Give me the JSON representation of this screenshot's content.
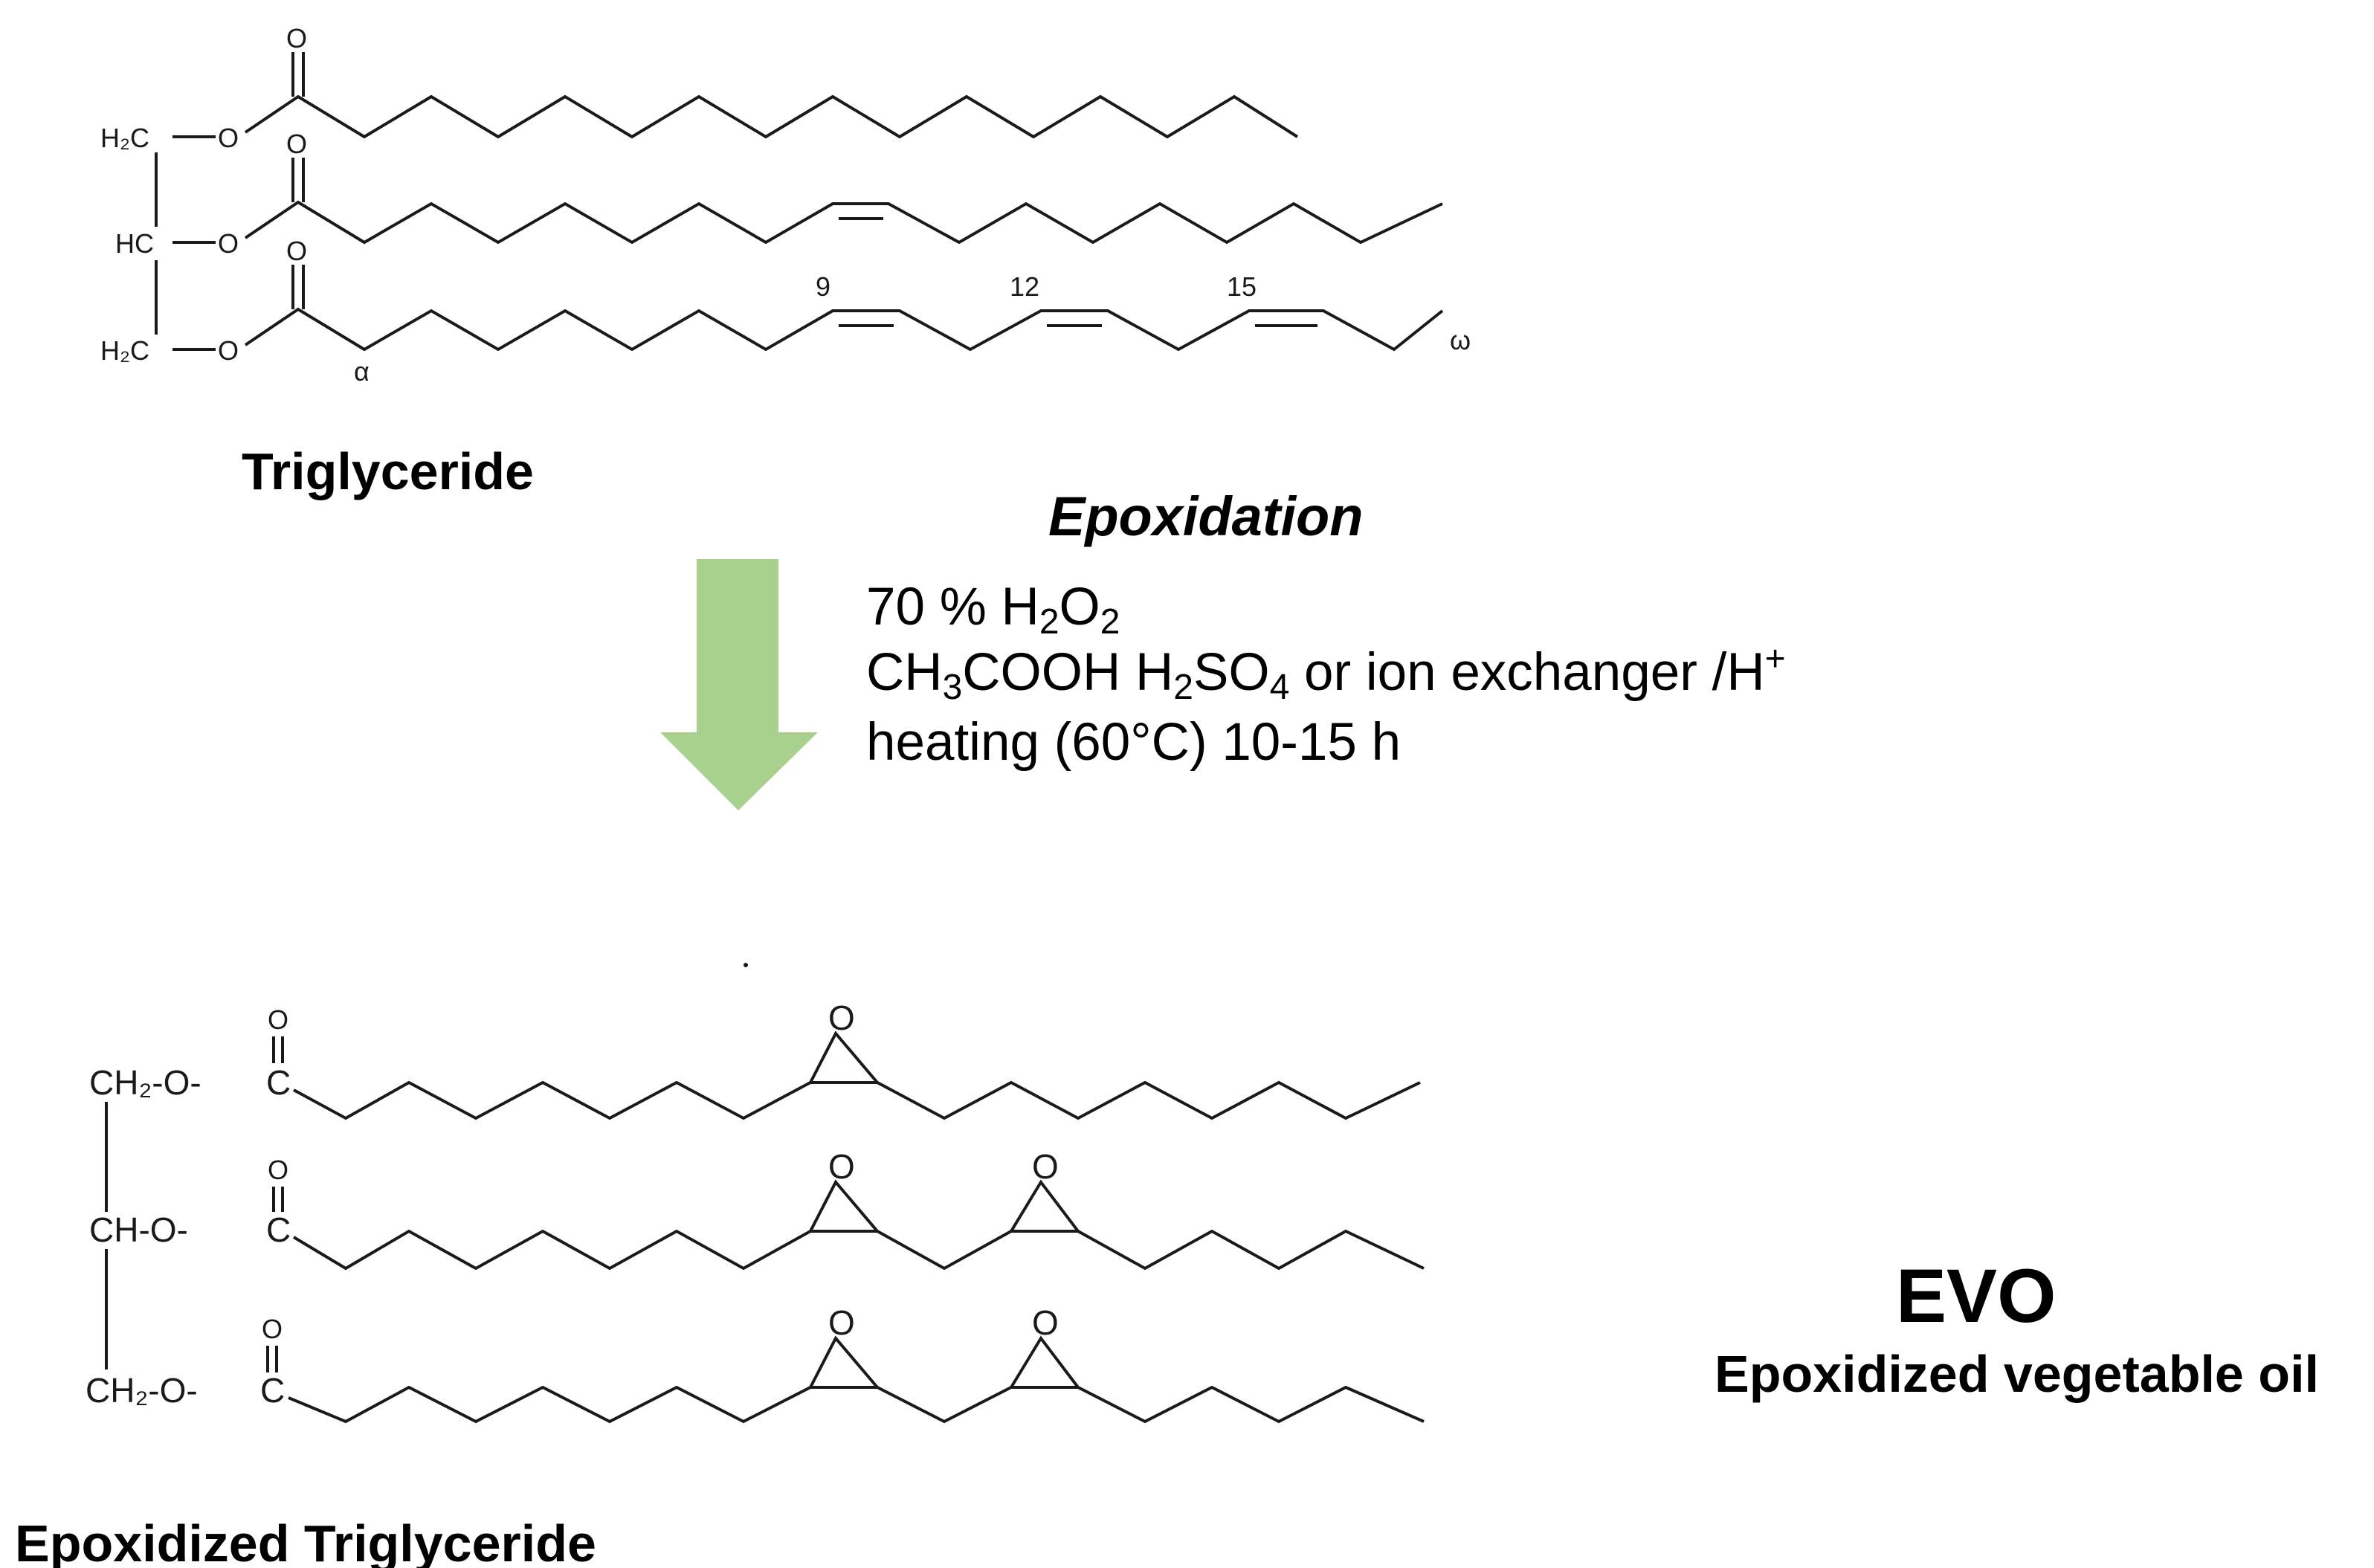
{
  "reactant": {
    "label": "Triglyceride",
    "atoms": {
      "carbonyl_o": "O",
      "ester_o": "O",
      "h2c": "H₂C",
      "hc": "HC",
      "alpha": "α",
      "omega": "ω"
    },
    "double_bond_positions": [
      "9",
      "12",
      "15"
    ]
  },
  "reaction": {
    "name": "Epoxidation",
    "arrow_color": "#a9d18e",
    "conditions": {
      "line1_prefix": "70 % H",
      "line1_sub1": "2",
      "line1_mid": "O",
      "line1_sub2": "2",
      "line2_a": "CH",
      "line2_sub1": "3",
      "line2_b": "COOH H",
      "line2_sub2": "2",
      "line2_c": "SO",
      "line2_sub3": "4",
      "line2_d": " or ion exchanger /H",
      "line2_sup": "+",
      "line3": "heating (60°C) 10-15 h"
    }
  },
  "product": {
    "label": "Epoxidized Triglyceride",
    "atoms": {
      "ch2o": "CH₂-O-",
      "ch": "CH-O-",
      "c": "C",
      "o": "O"
    },
    "abbreviation": "EVO",
    "full_name": "Epoxidized vegetable oil"
  }
}
